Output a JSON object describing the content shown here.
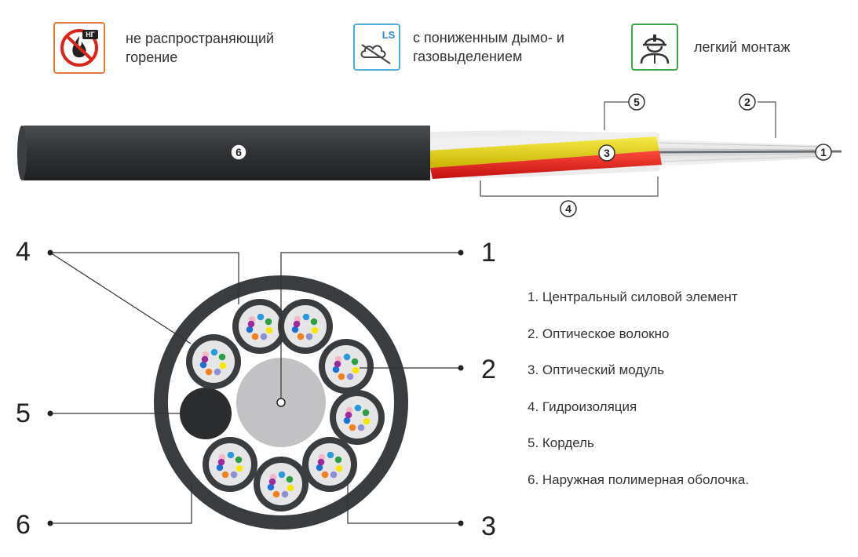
{
  "features": [
    {
      "icon": "no-fire-icon",
      "icon_text": "НГ",
      "text": "не распространяющий горение",
      "color": "#e07b39"
    },
    {
      "icon": "low-smoke-icon",
      "icon_text": "LS",
      "text": "с пониженным дымо- и газовыделением",
      "color": "#4aaed9"
    },
    {
      "icon": "worker-helmet-icon",
      "icon_text": "",
      "text": "легкий монтаж",
      "color": "#3aa64a"
    }
  ],
  "cable_numbers": [
    "1",
    "2",
    "3",
    "4",
    "5",
    "6"
  ],
  "cross_numbers": [
    "1",
    "2",
    "3",
    "4",
    "5",
    "6"
  ],
  "legend": [
    "1. Центральный силовой элемент",
    "2. Оптическое волокно",
    "3. Оптический модуль",
    "4. Гидроизоляция",
    "5. Кордель",
    "6. Наружная полимерная оболочка."
  ],
  "colors": {
    "sheath": "#3a3d40",
    "module_yellow": "#e8d200",
    "module_red": "#e02020",
    "center": "#c2c2c4",
    "fibers": [
      "#f4b6c9",
      "#2a9ad8",
      "#2e9e45",
      "#f7e600",
      "#8c8fd1",
      "#f08020",
      "#1d6fd6",
      "#9b2a9c"
    ]
  }
}
